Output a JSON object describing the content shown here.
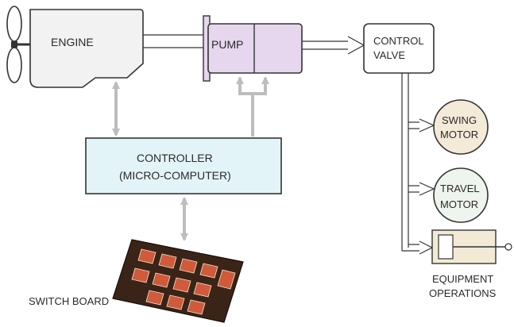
{
  "diagram": {
    "labels": {
      "engine": "ENGINE",
      "pump": "PUMP",
      "control_valve_line1": "CONTROL",
      "control_valve_line2": "VALVE",
      "controller_line1": "CONTROLLER",
      "controller_line2": "(MICRO-COMPUTER)",
      "swing_motor_line1": "SWING",
      "swing_motor_line2": "MOTOR",
      "travel_motor_line1": "TRAVEL",
      "travel_motor_line2": "MOTOR",
      "equipment_line1": "EQUIPMENT",
      "equipment_line2": "OPERATIONS",
      "switch_board": "SWITCH BOARD"
    },
    "colors": {
      "engine_fill": "#f2f2f2",
      "pump_fill": "#e6d7ef",
      "controller_fill": "#e3f4f8",
      "swing_motor_fill": "#f4ead8",
      "travel_motor_fill": "#eef4ee",
      "equipment_fill": "#f3ead6",
      "hydraulic_line": "#d8d8d8",
      "signal_arrow": "#bdbdbd",
      "outline": "#333333",
      "switch_board": "#3a2418",
      "switch_key_fill": "#d05a3a"
    }
  }
}
